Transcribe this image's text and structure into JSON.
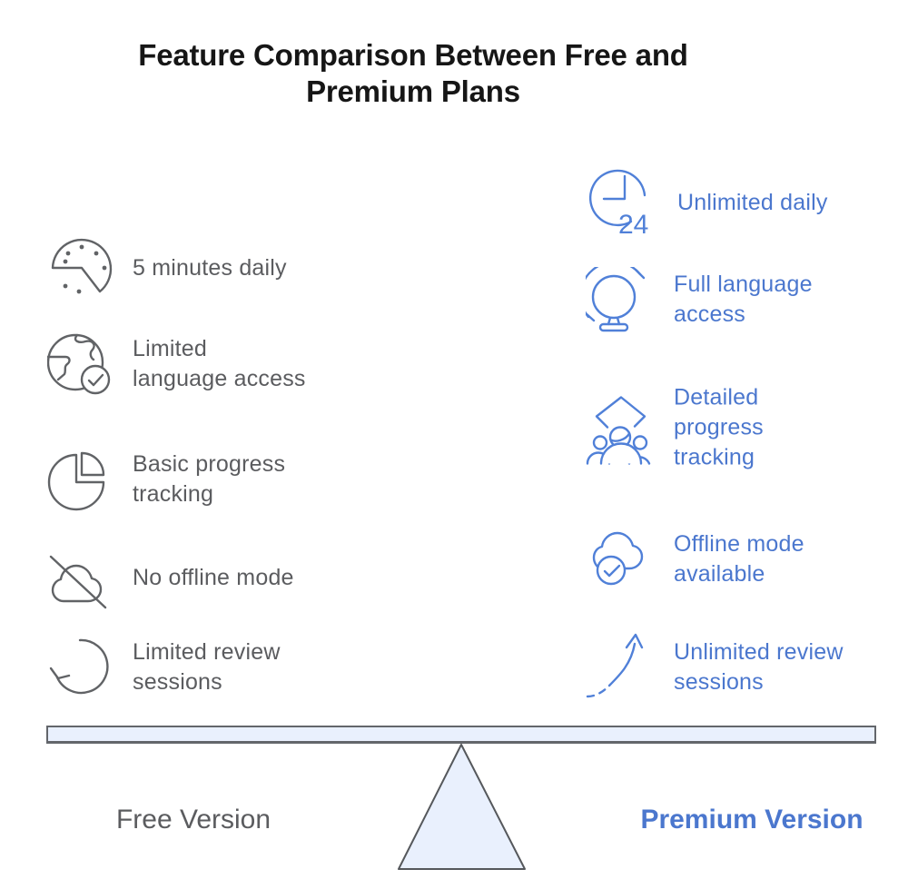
{
  "title": {
    "line1": "Feature Comparison Between Free and",
    "line2": "Premium Plans"
  },
  "free": {
    "label": "Free Version",
    "items": [
      {
        "label": "5 minutes daily",
        "icon": "cookie-timer-icon"
      },
      {
        "label": "Limited\nlanguage access",
        "icon": "globe-check-icon"
      },
      {
        "label": "Basic progress\ntracking",
        "icon": "pie-chart-icon"
      },
      {
        "label": "No offline mode",
        "icon": "cloud-slash-icon"
      },
      {
        "label": "Limited review\nsessions",
        "icon": "rotate-ccw-icon"
      }
    ]
  },
  "premium": {
    "label": "Premium Version",
    "items": [
      {
        "label": "Unlimited daily",
        "icon": "clock-24-icon"
      },
      {
        "label": "Full language\naccess",
        "icon": "desk-globe-icon"
      },
      {
        "label": "Detailed\nprogress\ntracking",
        "icon": "team-growth-icon"
      },
      {
        "label": "Offline mode\navailable",
        "icon": "cloud-check-icon"
      },
      {
        "label": "Unlimited review\nsessions",
        "icon": "growth-arrow-icon"
      }
    ]
  },
  "clock_badge": "24",
  "colors": {
    "gray-text": "#5B5C5F",
    "gray-icon": "#616366",
    "blue-text": "#4B77CE",
    "blue-icon": "#5080D8",
    "beam-fill": "#E9F0FD",
    "beam-border": "#63666B",
    "title-color": "#161616"
  }
}
